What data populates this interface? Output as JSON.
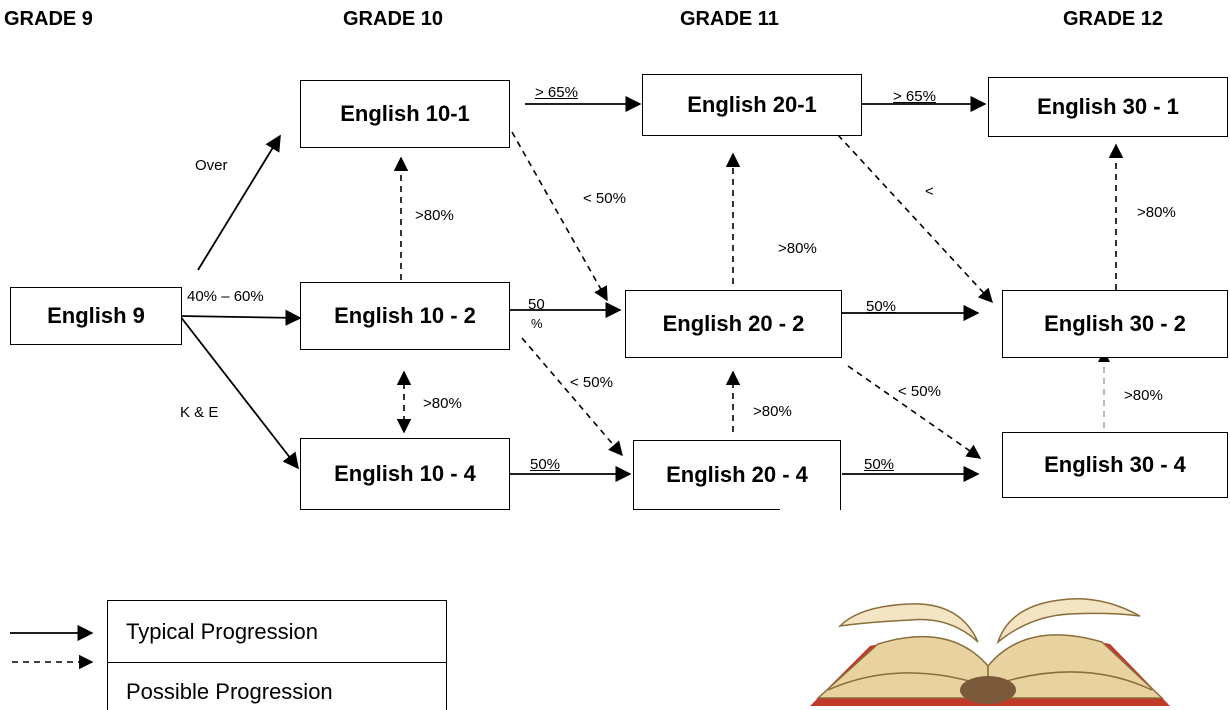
{
  "grades": {
    "g9": "GRADE 9",
    "g10": "GRADE 10",
    "g11": "GRADE 11",
    "g12": "GRADE 12"
  },
  "courses": {
    "e9": "English 9",
    "e10_1": "English 10-1",
    "e10_2": "English 10 - 2",
    "e10_4": "English 10 - 4",
    "e20_1": "English 20-1",
    "e20_2": "English 20 - 2",
    "e20_4": "English 20 - 4",
    "e30_1": "English 30 - 1",
    "e30_2": "English 30 - 2",
    "e30_4": "English 30 - 4"
  },
  "labels": {
    "over": "Over",
    "range_40_60": "40% – 60%",
    "ke": "K & E",
    "gt65_a": "> 65%",
    "gt65_b": "> 65%",
    "lt50_a": "< 50%",
    "lt50_b": "< 50%",
    "lt50_c": "< 50%",
    "lt_partial": "<",
    "gt80_a": ">80%",
    "gt80_b": ">80%",
    "gt80_c": ">80%",
    "gt80_d": ">80%",
    "gt80_e": ">80%",
    "gt80_f": ">80%",
    "p50_split_top": "50",
    "p50_split_bottom": "%",
    "p50_a": "50%",
    "p50_b": "50%",
    "p50_c": "50%"
  },
  "legend": {
    "typical": "Typical Progression",
    "possible": "Possible  Progression"
  },
  "colors": {
    "book_cover": "#c0392b",
    "book_pages": "#f3e4c4",
    "book_shadow": "#8a6d3b"
  }
}
